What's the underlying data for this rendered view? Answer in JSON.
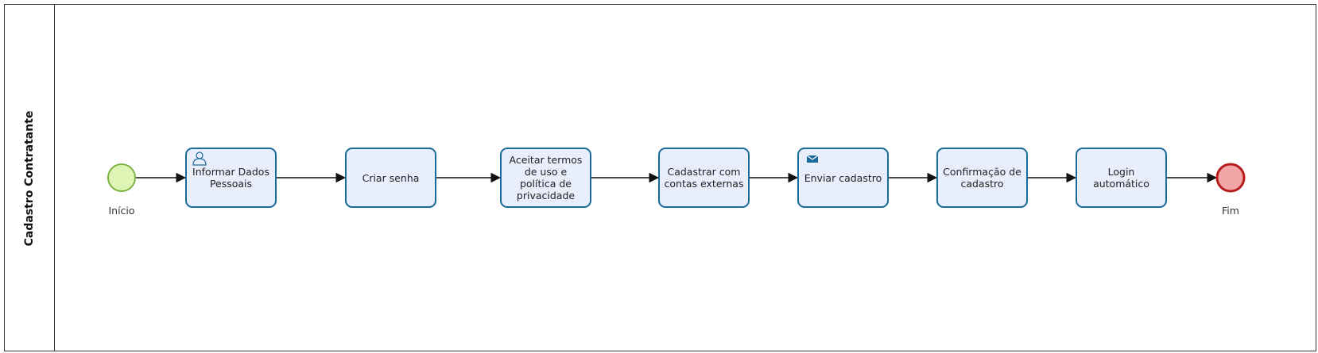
{
  "lane": {
    "title": "Cadastro Contratante"
  },
  "events": {
    "start": {
      "label": "Início",
      "icon": "start-event-circle"
    },
    "end": {
      "label": "Fim",
      "icon": "end-event-circle"
    }
  },
  "tasks": [
    {
      "id": "informar-dados-pessoais",
      "label": "Informar Dados Pessoais",
      "icon": "user-icon"
    },
    {
      "id": "criar-senha",
      "label": "Criar senha"
    },
    {
      "id": "aceitar-termos",
      "label": "Aceitar termos de uso e política de privacidade"
    },
    {
      "id": "cadastrar-contas-externas",
      "label": "Cadastrar com contas externas"
    },
    {
      "id": "enviar-cadastro",
      "label": "Enviar cadastro",
      "icon": "envelope-icon"
    },
    {
      "id": "confirmacao-cadastro",
      "label": "Confirmação de cadastro"
    },
    {
      "id": "login-automatico",
      "label": "Login automático"
    }
  ],
  "colors": {
    "task_fill": "#E8EEFB",
    "task_stroke": "#1B6B9A",
    "start_fill": "#DFF5B5",
    "start_stroke": "#7CB342",
    "end_fill": "#F2A5A5",
    "end_stroke": "#B71C1C",
    "flow": "#111111"
  }
}
